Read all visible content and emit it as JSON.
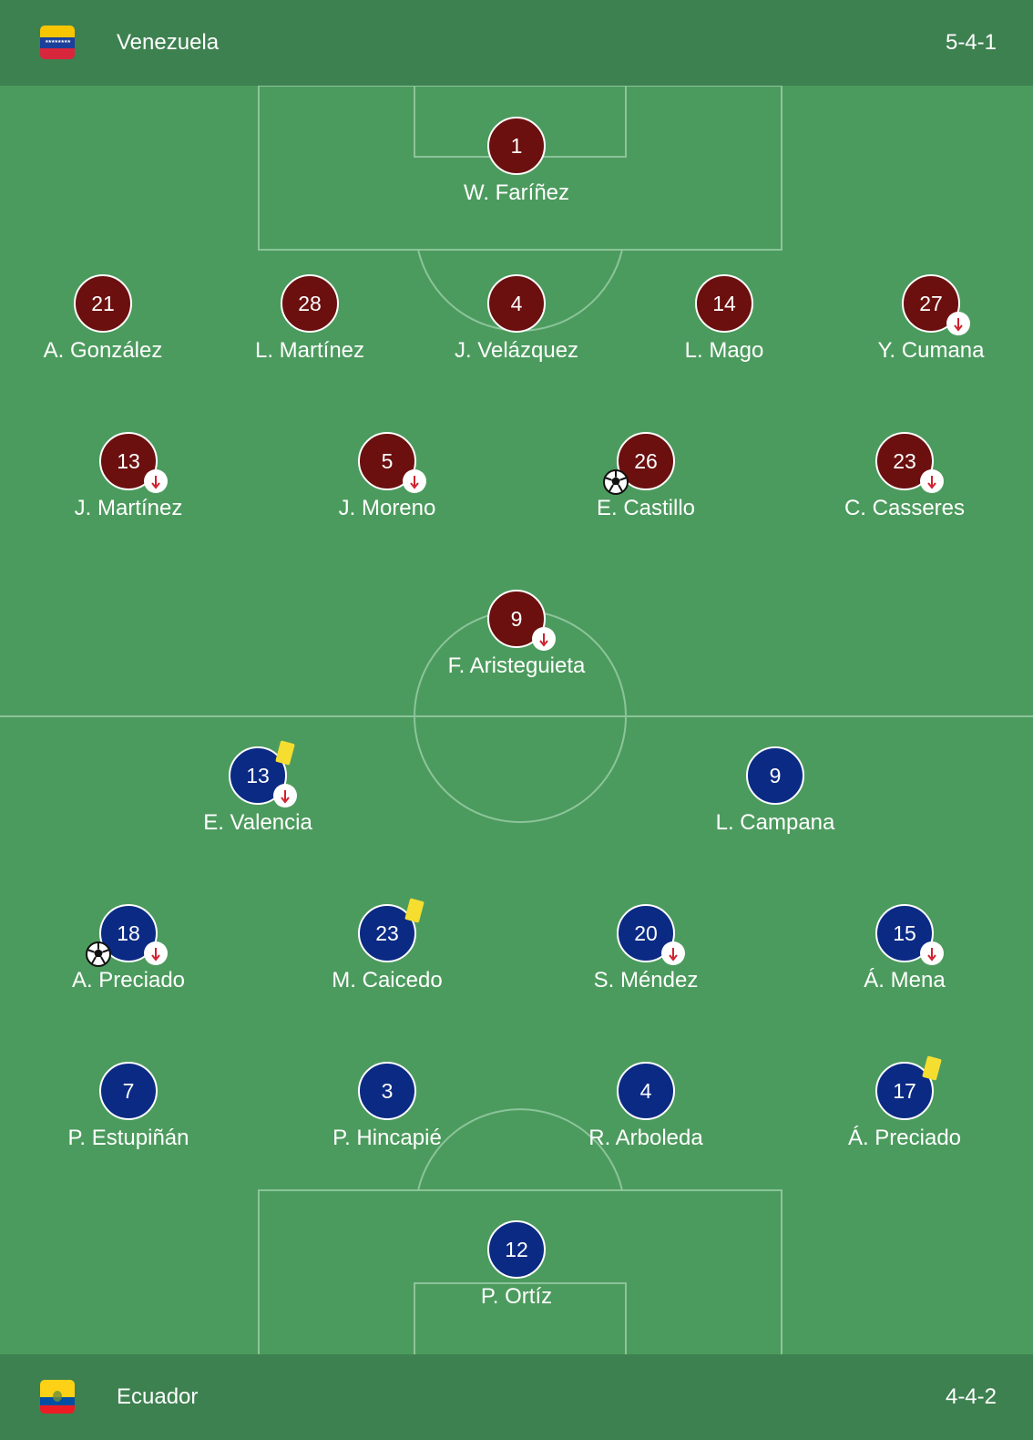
{
  "home_team": {
    "name": "Venezuela",
    "formation": "5-4-1",
    "flag": {
      "stripes": [
        "#f7c600",
        "#1b3f9b",
        "#d8263d"
      ],
      "stars": "★★★★★★★★"
    },
    "color": "#6b0f0f",
    "players": [
      {
        "number": "1",
        "name": "W. Faríñez",
        "events": []
      },
      {
        "number": "21",
        "name": "A. González",
        "events": []
      },
      {
        "number": "28",
        "name": "L. Martínez",
        "events": []
      },
      {
        "number": "4",
        "name": "J. Velázquez",
        "events": []
      },
      {
        "number": "14",
        "name": "L. Mago",
        "events": []
      },
      {
        "number": "27",
        "name": "Y. Cumana",
        "events": [
          "substituted"
        ]
      },
      {
        "number": "13",
        "name": "J. Martínez",
        "events": [
          "substituted"
        ]
      },
      {
        "number": "5",
        "name": "J. Moreno",
        "events": [
          "substituted"
        ]
      },
      {
        "number": "26",
        "name": "E. Castillo",
        "events": [
          "goal"
        ]
      },
      {
        "number": "23",
        "name": "C. Casseres",
        "events": [
          "substituted"
        ]
      },
      {
        "number": "9",
        "name": "F. Aristeguieta",
        "events": [
          "substituted"
        ]
      }
    ]
  },
  "away_team": {
    "name": "Ecuador",
    "formation": "4-4-2",
    "flag": {
      "stripes": [
        "#fcd116",
        "#034ea2",
        "#ed1c24"
      ]
    },
    "color": "#0b2a84",
    "players": [
      {
        "number": "13",
        "name": "E. Valencia",
        "events": [
          "yellow-card",
          "substituted"
        ]
      },
      {
        "number": "9",
        "name": "L. Campana",
        "events": []
      },
      {
        "number": "18",
        "name": "A. Preciado",
        "events": [
          "goal",
          "substituted"
        ]
      },
      {
        "number": "23",
        "name": "M. Caicedo",
        "events": [
          "yellow-card"
        ]
      },
      {
        "number": "20",
        "name": "S. Méndez",
        "events": [
          "substituted"
        ]
      },
      {
        "number": "15",
        "name": "Á. Mena",
        "events": [
          "substituted"
        ]
      },
      {
        "number": "7",
        "name": "P. Estupiñán",
        "events": []
      },
      {
        "number": "3",
        "name": "P. Hincapié",
        "events": []
      },
      {
        "number": "4",
        "name": "R. Arboleda",
        "events": []
      },
      {
        "number": "17",
        "name": "Á. Preciado",
        "events": [
          "yellow-card"
        ]
      },
      {
        "number": "12",
        "name": "P. Ortíz",
        "events": []
      }
    ]
  },
  "colors": {
    "pitch": "#4c9b5e",
    "bar": "#3e8150",
    "lines": "#8cc49a",
    "sub_arrow": "#d0212e",
    "yellow_card": "#f6de30"
  }
}
